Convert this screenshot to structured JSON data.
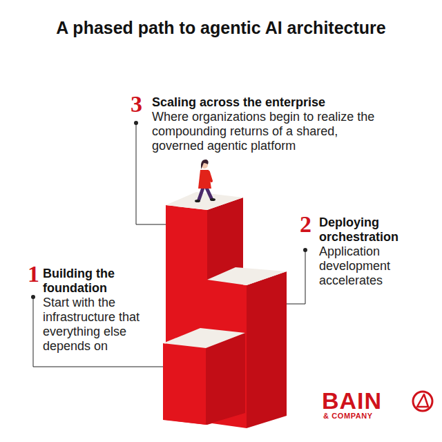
{
  "diagram": {
    "title": "A phased path to agentic AI architecture",
    "nodes": [
      {
        "text": [
          "1",
          "Building the foundation",
          "Start with the infrastructure that everything else depends on"
        ]
      },
      {
        "text": [
          "2",
          "Deploying orchestration",
          "Application development accelerates"
        ]
      },
      {
        "text": [
          "3",
          "Scaling across the enterprise",
          "Where organizations begin to realize the compounding returns of a shared, governed agentic platform"
        ]
      }
    ],
    "labels": [
      "BAIN",
      "& COMPANY"
    ]
  }
}
